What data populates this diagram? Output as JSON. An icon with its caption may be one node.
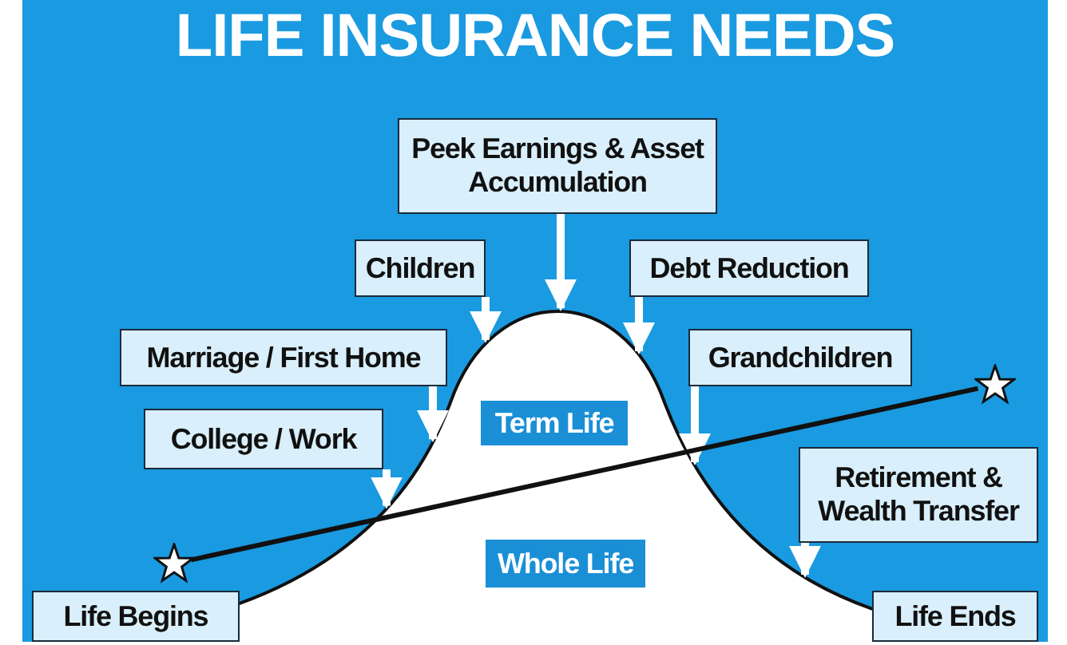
{
  "diagram": {
    "title": "LIFE INSURANCE NEEDS",
    "nodes": [
      {
        "text": [
          "Peek Earnings & Asset Accumulation"
        ]
      },
      {
        "text": [
          "Children"
        ]
      },
      {
        "text": [
          "Debt Reduction"
        ]
      },
      {
        "text": [
          "Marriage / First Home"
        ]
      },
      {
        "text": [
          "Grandchildren"
        ]
      },
      {
        "text": [
          "College / Work"
        ]
      },
      {
        "text": [],
        "shape": "star"
      },
      {
        "text": [
          "Term Life"
        ],
        "in": 13
      },
      {
        "text": [
          "Retirement & Wealth Transfer"
        ]
      },
      {
        "text": [],
        "shape": "star"
      },
      {
        "text": [
          "Whole Life"
        ],
        "in": 13
      },
      {
        "text": [
          "Life Begins"
        ]
      },
      {
        "text": [
          "Life Ends"
        ]
      },
      {
        "text": [],
        "shape": "bell"
      }
    ],
    "edges": [
      {
        "from": 0,
        "to": 13,
        "arrow": "to"
      },
      {
        "from": 1,
        "to": 13,
        "arrow": "to"
      },
      {
        "from": 2,
        "to": 13,
        "arrow": "to"
      },
      {
        "from": 3,
        "to": 13,
        "arrow": "to"
      },
      {
        "from": 4,
        "to": 13,
        "arrow": "to"
      },
      {
        "from": 5,
        "to": 13,
        "arrow": "to"
      },
      {
        "from": 8,
        "to": 13,
        "arrow": "to"
      },
      {
        "from": 9,
        "to": 6,
        "arrow": "none",
        "color": "#111111"
      }
    ]
  }
}
